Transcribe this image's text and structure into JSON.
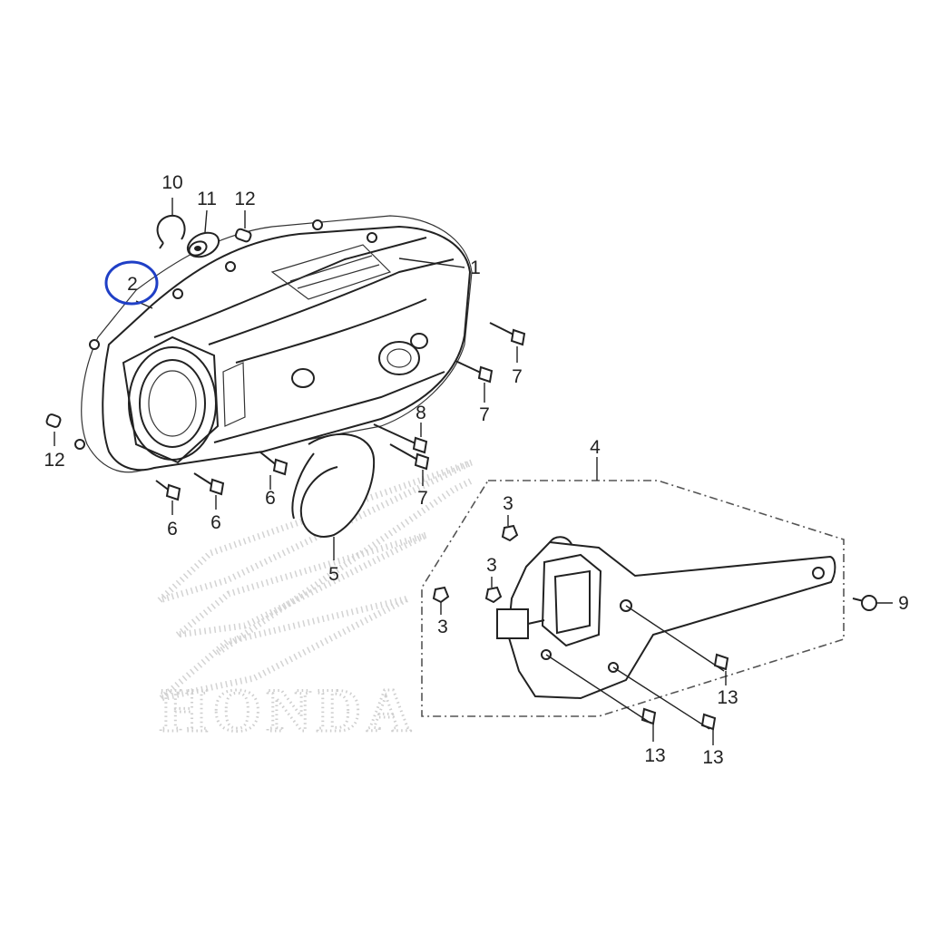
{
  "diagram": {
    "watermark": {
      "logo_text": "HONDA",
      "icon": "honda-wing-logo"
    },
    "highlight": {
      "callout": "2",
      "color": "#1f3fc6"
    },
    "callouts": [
      {
        "id": "c1",
        "label": "1"
      },
      {
        "id": "c2",
        "label": "2"
      },
      {
        "id": "c3a",
        "label": "3"
      },
      {
        "id": "c3b",
        "label": "3"
      },
      {
        "id": "c3c",
        "label": "3"
      },
      {
        "id": "c4",
        "label": "4"
      },
      {
        "id": "c5",
        "label": "5"
      },
      {
        "id": "c6a",
        "label": "6"
      },
      {
        "id": "c6b",
        "label": "6"
      },
      {
        "id": "c6c",
        "label": "6"
      },
      {
        "id": "c7a",
        "label": "7"
      },
      {
        "id": "c7b",
        "label": "7"
      },
      {
        "id": "c7c",
        "label": "7"
      },
      {
        "id": "c8",
        "label": "8"
      },
      {
        "id": "c9",
        "label": "9"
      },
      {
        "id": "c10",
        "label": "10"
      },
      {
        "id": "c11",
        "label": "11"
      },
      {
        "id": "c12a",
        "label": "12"
      },
      {
        "id": "c12b",
        "label": "12"
      },
      {
        "id": "c13a",
        "label": "13"
      },
      {
        "id": "c13b",
        "label": "13"
      },
      {
        "id": "c13c",
        "label": "13"
      }
    ]
  }
}
